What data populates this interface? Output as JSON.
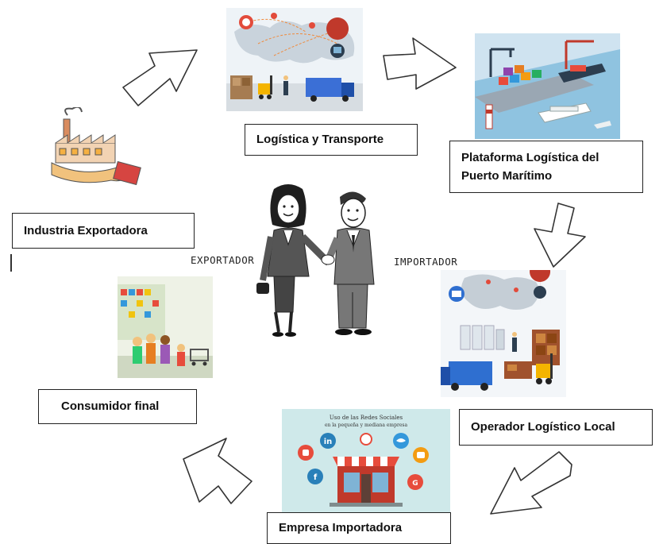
{
  "nodes": {
    "logistica": "Logística y Transporte",
    "plataforma": "Plataforma Logística del Puerto Marítimo",
    "industria": "Industria Exportadora",
    "operador": "Operador Logístico Local",
    "consumidor": "Consumidor final",
    "empresa": "Empresa Importadora"
  },
  "roles": {
    "exportador": "EXPORTADOR",
    "importador": "IMPORTADOR"
  },
  "illustrations": {
    "logistica": "logistics-transport-scene",
    "plataforma": "seaport-platform-scene",
    "industria": "factory-in-hand-icon",
    "operador": "local-logistics-operator-scene",
    "consumidor": "supermarket-consumers-scene",
    "empresa": "storefront-social-media-scene",
    "center": "businesswoman-businessman-handshake"
  },
  "empresa_poster": {
    "line1": "Uso de las Redes Sociales",
    "line2": "en la pequeña y mediana empresa"
  },
  "colors": {
    "box_border": "#222222",
    "text": "#111111",
    "arrow_fill": "#ffffff",
    "arrow_stroke": "#333333"
  }
}
